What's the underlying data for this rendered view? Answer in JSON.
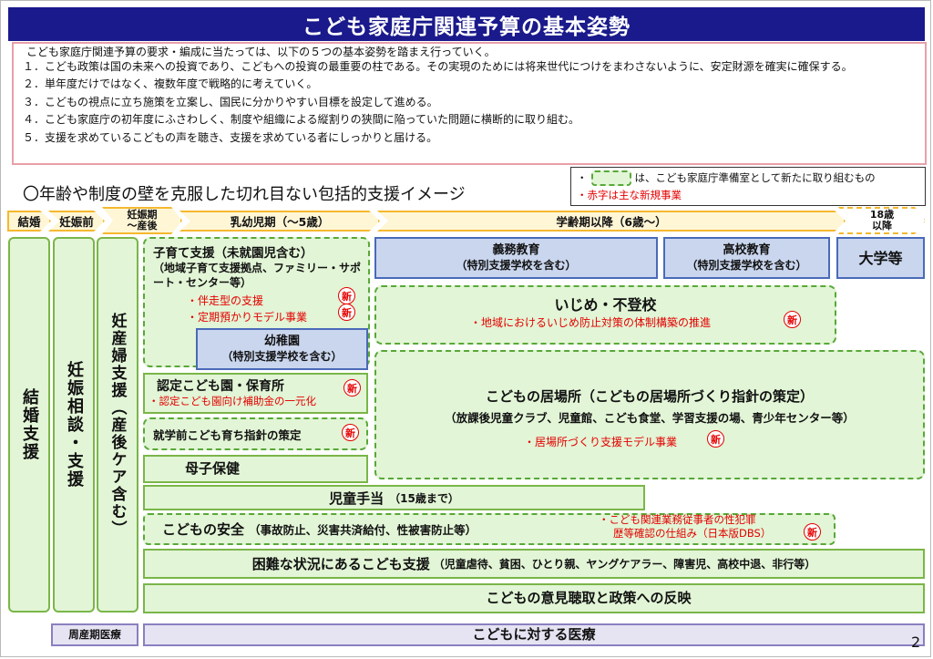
{
  "title": "こども家庭庁関連予算の基本姿勢",
  "intro": "こども家庭庁関連予算の要求・編成に当たっては、以下の５つの基本姿勢を踏まえ行っていく。",
  "principles": [
    "１．こども政策は国の未来への投資であり、こどもへの投資の最重要の柱である。その実現のためには将来世代につけをまわさないように、安定財源を確実に確保する。",
    "２．単年度だけではなく、複数年度で戦略的に考えていく。",
    "３．こどもの視点に立ち施策を立案し、国民に分かりやすい目標を設定して進める。",
    "４．こども家庭庁の初年度にふさわしく、制度や組織による縦割りの狭間に陥っていた問題に横断的に取り組む。",
    "５．支援を求めているこどもの声を聴き、支援を求めている者にしっかりと届ける。"
  ],
  "legend": {
    "bullet": "・",
    "swatch_text": "は、こども家庭庁準備室として新たに取り組むもの",
    "red_text": "・赤字は主な新規事業"
  },
  "image_heading": "〇年齢や制度の壁を克服した切れ目ない包括的支援イメージ",
  "stages": {
    "marriage": "結婚",
    "pregnancy": "妊娠前",
    "perinatal": "妊娠期\n～産後",
    "infant": "乳幼児期（～5歳）",
    "school": "学齢期以降（6歳～）",
    "adult": "18歳\n以降"
  },
  "vertical": {
    "marriage_support": "結婚支援",
    "pregnancy_consult": "妊娠相談・支援",
    "maternal_support": "妊産婦支援（産後ケア含む）"
  },
  "childcare": {
    "title": "子育て支援（未就園児含む）",
    "subtitle": "（地域子育て支援拠点、ファミリー・サポート・センター等）",
    "item1": "・伴走型の支援",
    "item2": "・定期預かりモデル事業"
  },
  "kindergarten": {
    "title": "幼稚園",
    "subtitle": "（特別支援学校を含む）"
  },
  "certified": {
    "title": "認定こども園・保育所",
    "item": "・認定こども園向け補助金の一元化"
  },
  "preschool_guideline": "就学前こども育ち指針の策定",
  "boshi": "母子保健",
  "compulsory": {
    "title": "義務教育",
    "subtitle": "（特別支援学校を含む）"
  },
  "highschool": {
    "title": "高校教育",
    "subtitle": "（特別支援学校を含む）"
  },
  "university": "大学等",
  "bullying": {
    "title": "いじめ・不登校",
    "item": "・地域におけるいじめ防止対策の体制構築の推進"
  },
  "ibasho": {
    "title": "こどもの居場所（こどもの居場所づくり指針の策定）",
    "subtitle": "（放課後児童クラブ、児童館、こども食堂、学習支援の場、青少年センター等）",
    "item": "・居場所づくり支援モデル事業"
  },
  "allowance": {
    "title": "児童手当",
    "note": "（15歳まで）"
  },
  "safety": {
    "title": "こどもの安全",
    "detail": "（事故防止、災害共済給付、性被害防止等）",
    "dbs_line1": "・こども関連業務従事者の性犯罪",
    "dbs_line2": "歴等確認の仕組み（日本版DBS）"
  },
  "difficult": {
    "title": "困難な状況にあるこども支援",
    "detail": "（児童虐待、貧困、ひとり親、ヤングケアラー、障害児、高校中退、非行等）"
  },
  "voice": "こどもの意見聴取と政策への反映",
  "perinatal_medical": "周産期医療",
  "child_medical": "こどもに対する医療",
  "new_mark": "新",
  "page_number": "2"
}
